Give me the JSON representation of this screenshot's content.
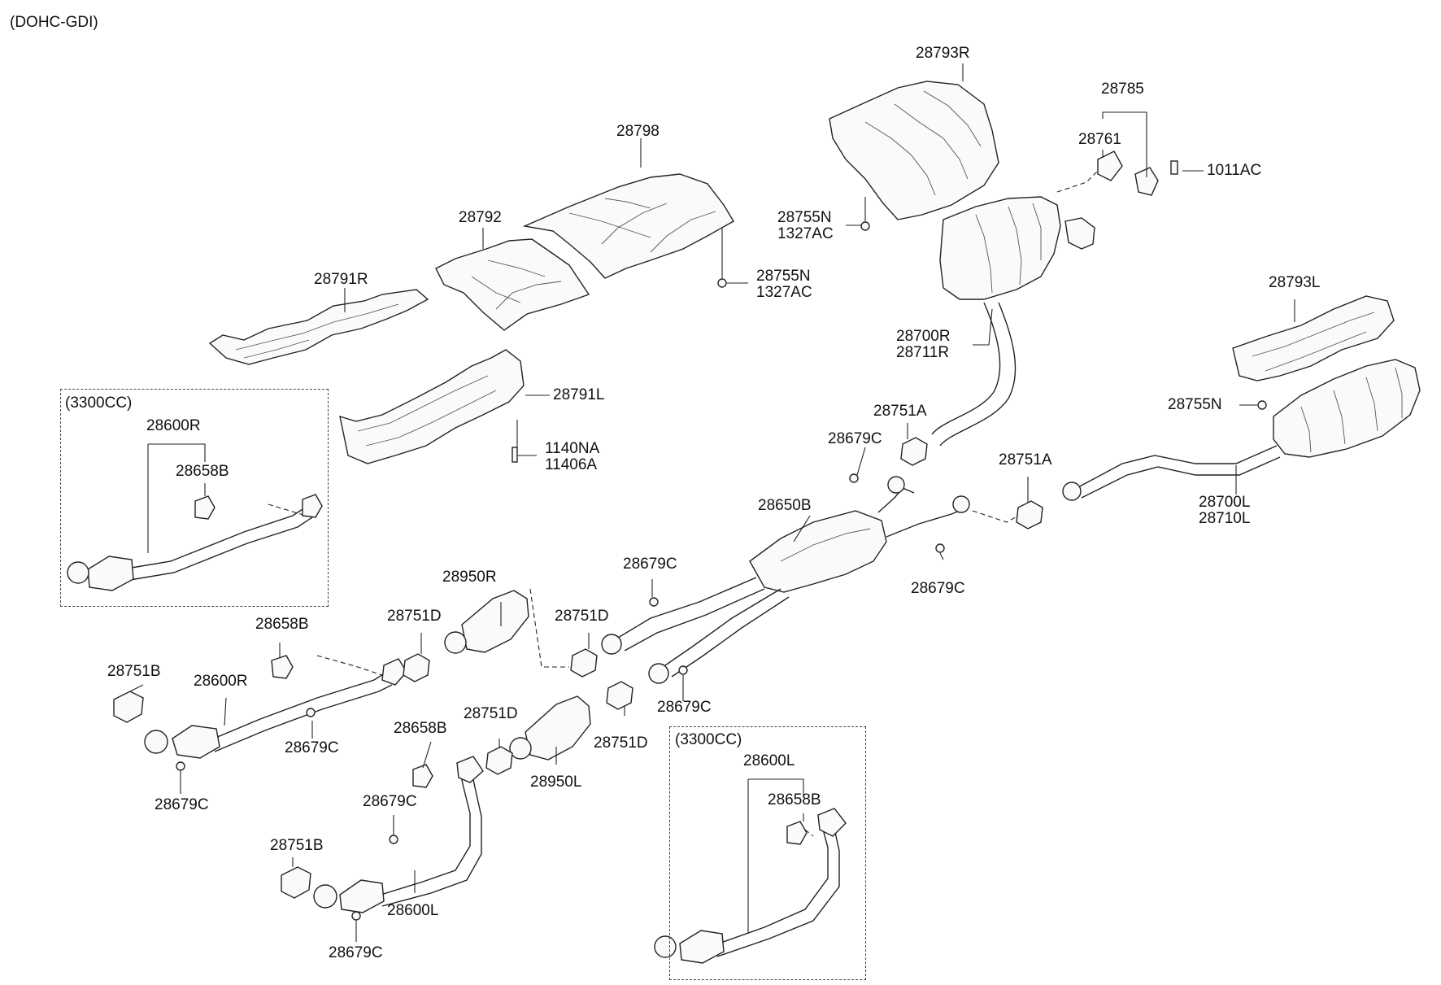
{
  "engine": "(DOHC-GDI)",
  "box_left": {
    "label": "(3300CC)",
    "p1": "28600R",
    "p2": "28658B"
  },
  "box_right": {
    "label": "(3300CC)",
    "p1": "28600L",
    "p2": "28658B"
  },
  "labels": {
    "l28793R": "28793R",
    "l28785": "28785",
    "l28761": "28761",
    "l1011AC": "1011AC",
    "l28798": "28798",
    "l28755N_a": "28755N",
    "l1327AC_a": "1327AC",
    "l28792": "28792",
    "l28755N_b": "28755N",
    "l1327AC_b": "1327AC",
    "l28791R": "28791R",
    "l28793L": "28793L",
    "l28700R": "28700R",
    "l28711R": "28711R",
    "l28791L": "28791L",
    "l28755N_c": "28755N",
    "l28751A_a": "28751A",
    "l1140NA": "1140NA",
    "l11406A": "11406A",
    "l28679C_a": "28679C",
    "l28751A_b": "28751A",
    "l28700L": "28700L",
    "l28710L": "28710L",
    "l28650B": "28650B",
    "l28679C_b": "28679C",
    "l28950R": "28950R",
    "l28679C_c": "28679C",
    "l28751D_a": "28751D",
    "l28751D_b": "28751D",
    "l28658B_a": "28658B",
    "l28751B_a": "28751B",
    "l28600R": "28600R",
    "l28679C_d": "28679C",
    "l28751D_c": "28751D",
    "l28751D_d": "28751D",
    "l28658B_b": "28658B",
    "l28679C_e": "28679C",
    "l28950L": "28950L",
    "l28679C_f": "28679C",
    "l28679C_g": "28679C",
    "l28751B_b": "28751B",
    "l28600L": "28600L",
    "l28679C_h": "28679C"
  }
}
